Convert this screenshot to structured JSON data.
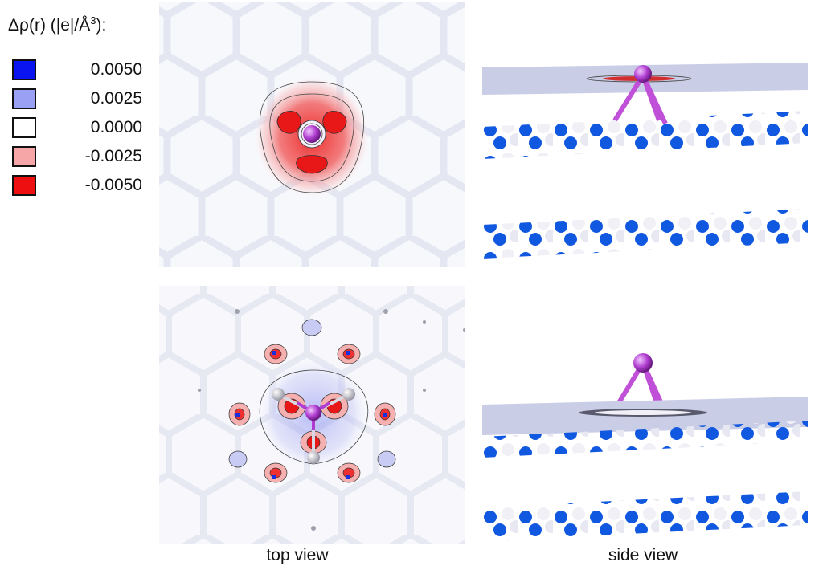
{
  "legend": {
    "title_prefix": "Δρ(r) (|e|/Å",
    "title_exponent": "3",
    "title_suffix": "):",
    "items": [
      {
        "value": "0.0050",
        "color": "#0a14f0"
      },
      {
        "value": "0.0025",
        "color": "#9aa0f4"
      },
      {
        "value": "0.0000",
        "color": "#ffffff"
      },
      {
        "value": "-0.0025",
        "color": "#f6a6a6"
      },
      {
        "value": "-0.0050",
        "color": "#ee1010"
      }
    ]
  },
  "captions": {
    "top_view": "top view",
    "side_view": "side view"
  },
  "colors": {
    "positive": "#0a14f0",
    "negative": "#ee1010",
    "adatom": "#b03cd0",
    "boron_like": "#1060e0",
    "nitrogen_like": "#f2f2f8",
    "plane": "#c9cde6"
  }
}
